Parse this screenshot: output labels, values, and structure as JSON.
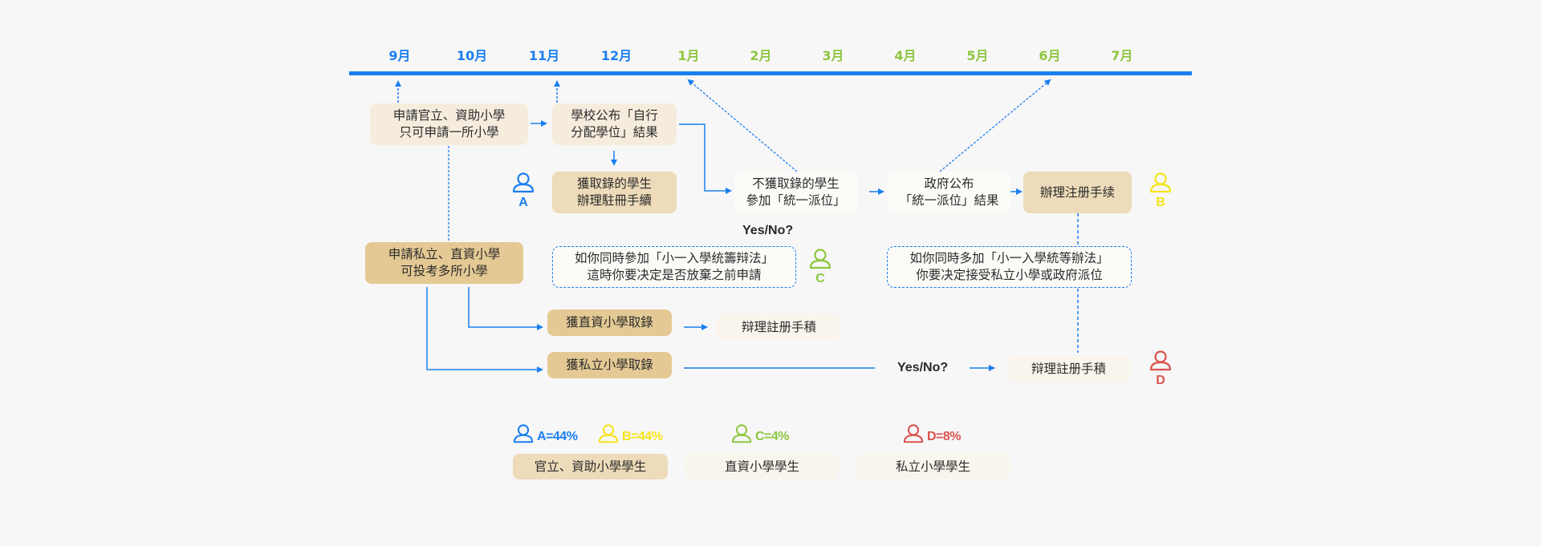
{
  "colors": {
    "accent_blue": "#1a7ff0",
    "green": "#8dc63f",
    "yellow": "#f5e51b",
    "red": "#d9534f",
    "box_light": "#f6ecde",
    "box_tan": "#eddbb9",
    "box_gold": "#e4c994"
  },
  "timeline": {
    "months": [
      {
        "label": "9月",
        "color": "#1a7ff0"
      },
      {
        "label": "10月",
        "color": "#1a7ff0"
      },
      {
        "label": "11月",
        "color": "#1a7ff0"
      },
      {
        "label": "12月",
        "color": "#1a7ff0"
      },
      {
        "label": "1月",
        "color": "#8dc63f"
      },
      {
        "label": "2月",
        "color": "#8dc63f"
      },
      {
        "label": "3月",
        "color": "#8dc63f"
      },
      {
        "label": "4月",
        "color": "#8dc63f"
      },
      {
        "label": "5月",
        "color": "#8dc63f"
      },
      {
        "label": "6月",
        "color": "#8dc63f"
      },
      {
        "label": "7月",
        "color": "#8dc63f"
      }
    ]
  },
  "nodes": {
    "apply_public": "申請官立、資助小學\n只可申請一所小學",
    "school_announce": "學校公布「自行\n分配學位」結果",
    "admitted_register": "獲取錄的學生\n辦理駐冊手續",
    "not_admitted": "不獲取錄的學生\n參加「統一派位」",
    "gov_announce": "政府公布\n「統一派位」結果",
    "register_b": "辦理注册手续",
    "apply_private": "申請私立、直資小學\n可投考多所小學",
    "note_c": "如你同時參加「小一入學统籌辩法」\n這時你要决定是否放棄之前申請",
    "note_gov": "如你同時多加「小一入學統等辦法」\n你要决定接受私立小學或政府派位",
    "dss_admit": "獲直資小學取錄",
    "dss_register": "辩理註册手積",
    "private_admit": "獲私立小學取錄",
    "private_register": "辩理註册手積"
  },
  "decisions": {
    "yes_no_1": "Yes/No?",
    "yes_no_2": "Yes/No?"
  },
  "persons": {
    "A": {
      "letter": "A",
      "color": "#1a7ff0",
      "icon": "person-icon"
    },
    "B": {
      "letter": "B",
      "color": "#f5e51b",
      "icon": "person-icon"
    },
    "C": {
      "letter": "C",
      "color": "#8dc63f",
      "icon": "person-icon"
    },
    "D": {
      "letter": "D",
      "color": "#d9534f",
      "icon": "person-icon"
    }
  },
  "legend": {
    "items": [
      {
        "label": "A=44%",
        "color": "#1a7ff0",
        "percent": 44
      },
      {
        "label": "B=44%",
        "color": "#f5e51b",
        "percent": 44
      },
      {
        "label": "C=4%",
        "color": "#8dc63f",
        "percent": 4
      },
      {
        "label": "D=8%",
        "color": "#d9534f",
        "percent": 8
      }
    ],
    "categories": [
      "官立、資助小學學生",
      "直資小學學生",
      "私立小學學生"
    ]
  }
}
